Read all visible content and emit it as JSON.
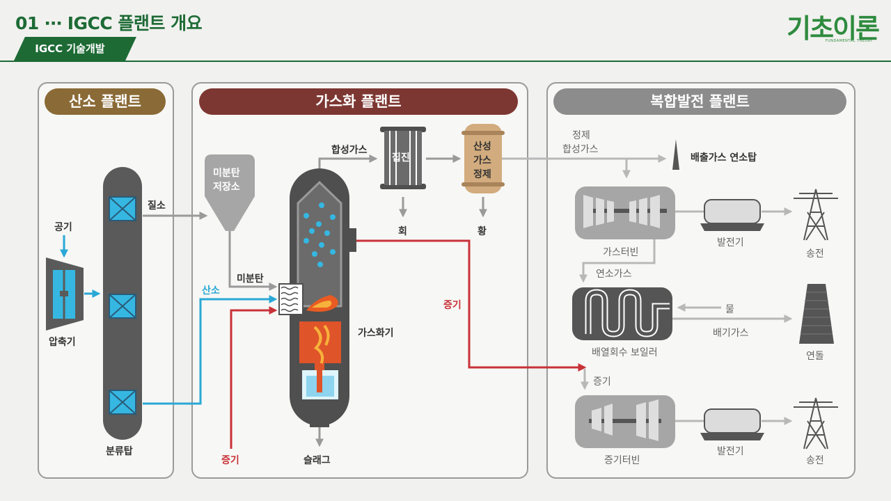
{
  "header": {
    "title": "01 ⋯ IGCC 플랜트 개요",
    "subtitle": "IGCC 기술개발",
    "logo": "기초이론",
    "logo_tagline": "FUNDAMENTAL THEORY"
  },
  "panels": {
    "oxygen": {
      "title": "산소 플랜트",
      "color": "#8a6a36"
    },
    "gasification": {
      "title": "가스화 플랜트",
      "color": "#7d3732"
    },
    "combined": {
      "title": "복합발전 플랜트",
      "color": "#8c8c8c"
    }
  },
  "labels": {
    "air": "공기",
    "compressor": "압축기",
    "tower": "분류탑",
    "nitrogen": "질소",
    "oxygen": "산소",
    "steam_in": "증기",
    "coal_storage_1": "미분탄",
    "coal_storage_2": "저장소",
    "pulverized_coal": "미분탄",
    "syngas": "합성가스",
    "dust": "집진",
    "acid_gas_1": "산성",
    "acid_gas_2": "가스",
    "acid_gas_3": "정제",
    "ash": "회",
    "sulfur": "황",
    "gasifier": "가스화기",
    "slag": "슬래그",
    "steam_red": "증기",
    "clean_syngas_1": "정제",
    "clean_syngas_2": "합성가스",
    "flue_stack": "배출가스 연소탑",
    "gas_turbine": "가스터빈",
    "generator_1": "발전기",
    "transmission_1": "송전",
    "combustion_gas": "연소가스",
    "water": "물",
    "exhaust_gas": "배기가스",
    "hrsg": "배열회수 보일러",
    "chimney": "연돌",
    "steam_gray": "증기",
    "steam_turbine": "증기터빈",
    "generator_2": "발전기",
    "transmission_2": "송전"
  },
  "colors": {
    "brand_green": "#1d6a35",
    "oxygen_line": "#29a8d6",
    "steam_line": "#c83238",
    "flow_gray": "#9a9a9a",
    "equipment_dark": "#555555",
    "equipment_light": "#a6a6a6"
  }
}
